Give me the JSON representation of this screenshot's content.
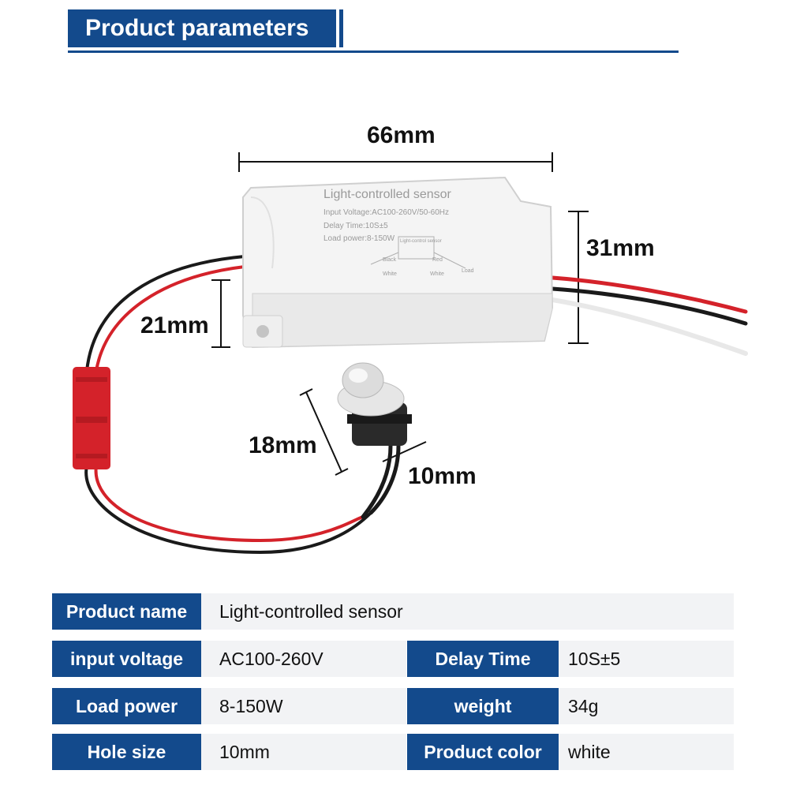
{
  "header": {
    "title": "Product parameters"
  },
  "dimensions": {
    "length": "66mm",
    "height": "31mm",
    "side": "21mm",
    "probe_length": "18mm",
    "hole": "10mm"
  },
  "device_label": {
    "title": "Light-controlled sensor",
    "line1": "Input Voltage:AC100-260V/50-60Hz",
    "line2": "Delay Time:10S±5",
    "line3": "Load power:8-150W",
    "box": "Light-control sensor",
    "w_black": "Black",
    "w_white": "White",
    "w_red": "Red",
    "w_white2": "White",
    "load": "Load"
  },
  "specs": {
    "product_name_label": "Product name",
    "product_name_value": "Light-controlled sensor",
    "input_voltage_label": "input voltage",
    "input_voltage_value": "AC100-260V",
    "delay_time_label": "Delay Time",
    "delay_time_value": "10S±5",
    "load_power_label": "Load power",
    "load_power_value": "8-150W",
    "weight_label": "weight",
    "weight_value": "34g",
    "hole_size_label": "Hole size",
    "hole_size_value": "10mm",
    "product_color_label": "Product color",
    "product_color_value": "white"
  },
  "colors": {
    "brand_blue": "#134a8c",
    "row_background": "#f2f3f5",
    "wire_red": "#d4222a",
    "wire_black": "#1a1a1a"
  }
}
